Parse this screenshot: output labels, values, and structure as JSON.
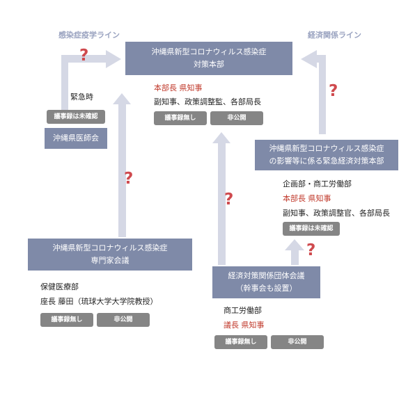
{
  "line_labels": {
    "left": "感染症疫学ライン",
    "right": "経済関係ライン"
  },
  "hq": {
    "title_line1": "沖縄県新型コロナウィルス感染症",
    "title_line2": "対策本部",
    "chief": "本部長 県知事",
    "members": "副知事、政策調整監、各部局長",
    "badge1": "議事録無し",
    "badge2": "非公開"
  },
  "medical_association": {
    "emergency_label": "緊急時",
    "badge": "議事録は未確認",
    "name": "沖縄県医師会"
  },
  "econ_hq": {
    "title_line1": "沖縄県新型コロナウィルス感染症",
    "title_line2": "の影響等に係る緊急経済対策本部",
    "departments": "企画部・商工労働部",
    "chief": "本部長 県知事",
    "members": "副知事、政策調整官、各部局長",
    "badge": "議事録は未確認"
  },
  "expert": {
    "title_line1": "沖縄県新型コロナウィルス感染症",
    "title_line2": "専門家会議",
    "department": "保健医療部",
    "chair": "座長 藤田（琉球大学大学院教授）",
    "badge1": "議事録無し",
    "badge2": "非公開"
  },
  "econ_council": {
    "title_line1": "経済対策関係団体会議",
    "title_line2": "（幹事会も設置）",
    "department": "商工労働部",
    "chair": "議長 県知事",
    "badge1": "議事録無し",
    "badge2": "非公開"
  },
  "question_mark": "?",
  "colors": {
    "node": "#7f8aa8",
    "arrow": "#d5d8e5",
    "badge": "#858585",
    "question": "#cf4a4e",
    "highlight_text": "#c0392b"
  }
}
